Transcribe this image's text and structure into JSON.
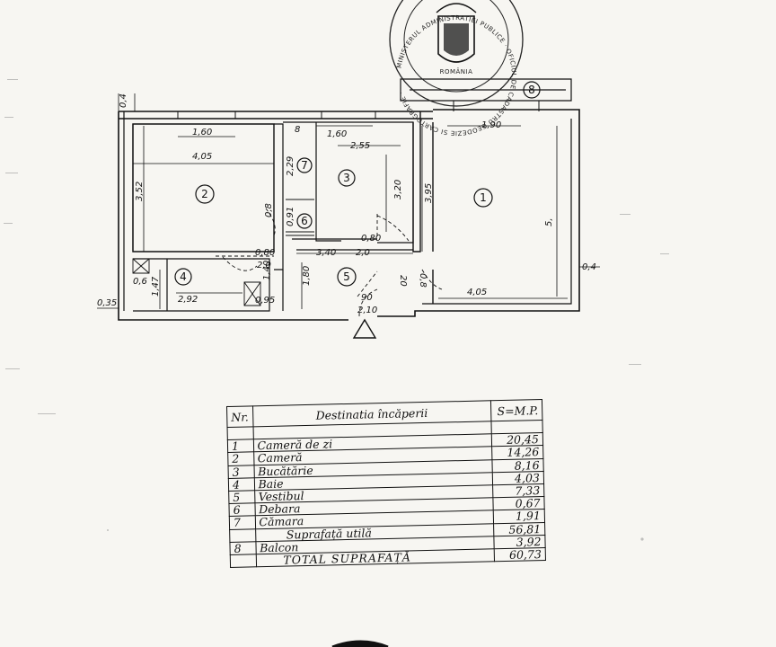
{
  "plan": {
    "room_numbers": [
      "1",
      "2",
      "3",
      "4",
      "5",
      "6",
      "7",
      "8"
    ],
    "dimensions": {
      "top_left_wall": "0,4",
      "room2_window": "1,60",
      "room2_width": "4,05",
      "room2_height": "3,52",
      "room3_window": "1,60",
      "room3_width": "2,55",
      "room3_height": "3,20",
      "small_8": "8",
      "room7_height": "2,29",
      "room6_height": "0,91",
      "room6_label_b": "0,8",
      "room3_door": "0,80",
      "room3_door_b": "3,40",
      "room3_door_c": "2,0",
      "room2_door": "0,80",
      "room2_door_b": "2,0",
      "room1_top": "1,90",
      "room1_height_a": "3,95",
      "room1_height_b": "5,",
      "room1_width": "4,05",
      "room1_wall": "0,4",
      "room1_door": "0,8",
      "room1_door_b": "20",
      "bath_small": "0,6",
      "bath_height": "1,47",
      "bath_width": "2,92",
      "bath_inner": "0,95",
      "bath_door": "1,40",
      "hall_height": "1,80",
      "entry_a": "90",
      "entry_b": "2,10",
      "bottom_left_wall": "0,35"
    }
  },
  "stamp": {
    "center_letters": "ROMÂNIA",
    "ring_text": "MINISTERUL ADMINISTRATIEI PUBLICE · OFICIUL DE CADASTRU GEODEZIE SI CARTOGRAFIE ·"
  },
  "table": {
    "header_no": "Nr.",
    "header_dest": "Destinatia încăperii",
    "header_area": "S=M.P.",
    "rows": [
      {
        "no": "1",
        "name": "Cameră de zi",
        "area": "20,45"
      },
      {
        "no": "2",
        "name": "Cameră",
        "area": "14,26"
      },
      {
        "no": "3",
        "name": "Bucătărie",
        "area": "8,16"
      },
      {
        "no": "4",
        "name": "Baie",
        "area": "4,03"
      },
      {
        "no": "5",
        "name": "Vestibul",
        "area": "7,33"
      },
      {
        "no": "6",
        "name": "Debara",
        "area": "0,67"
      },
      {
        "no": "7",
        "name": "Cămara",
        "area": "1,91"
      }
    ],
    "useful_label": "Suprafață utilă",
    "useful_value": "56,81",
    "balcony_no": "8",
    "balcony_name": "Balcon",
    "balcony_area": "3,92",
    "total_label": "TOTAL SUPRAFAȚĂ",
    "total_value": "60,73"
  }
}
